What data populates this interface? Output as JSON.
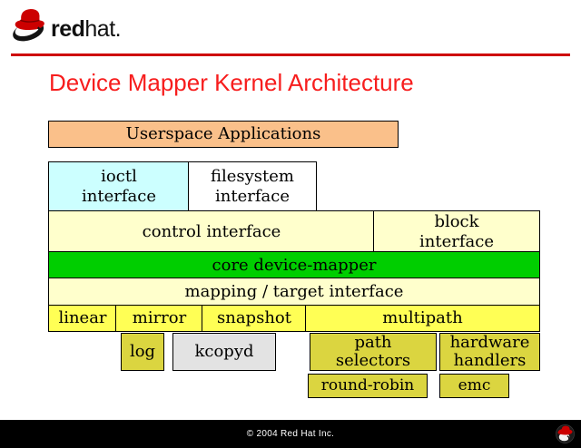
{
  "header": {
    "brand": {
      "bold": "red",
      "light": "hat",
      "period": "."
    }
  },
  "title": {
    "text": "Device Mapper Kernel Architecture"
  },
  "diagram": {
    "boxes": [
      {
        "name": "userspace-applications",
        "label": "Userspace Applications",
        "color": "#FAC08A"
      },
      {
        "name": "ioctl-interface",
        "label": "ioctl\ninterface",
        "color": "#CCFFFF"
      },
      {
        "name": "filesystem-interface",
        "label": "filesystem\ninterface",
        "color": "#FFFFFF"
      },
      {
        "name": "control-interface",
        "label": "control interface",
        "color": "#FFFFCC"
      },
      {
        "name": "block-interface",
        "label": "block\ninterface",
        "color": "#FFFFCC"
      },
      {
        "name": "core-device-mapper",
        "label": "core device-mapper",
        "color": "#00CE00"
      },
      {
        "name": "mapping-target-interface",
        "label": "mapping / target interface",
        "color": "#FFFFCC"
      },
      {
        "name": "linear",
        "label": "linear",
        "color": "#FFFF55"
      },
      {
        "name": "mirror",
        "label": "mirror",
        "color": "#FFFF55"
      },
      {
        "name": "snapshot",
        "label": "snapshot",
        "color": "#FFFF55"
      },
      {
        "name": "multipath",
        "label": "multipath",
        "color": "#FFFF55"
      },
      {
        "name": "log",
        "label": "log",
        "color": "#DBD540"
      },
      {
        "name": "kcopyd",
        "label": "kcopyd",
        "color": "#E3E3E3"
      },
      {
        "name": "path-selectors",
        "label": "path\nselectors",
        "color": "#DBD540"
      },
      {
        "name": "hardware-handlers",
        "label": "hardware\nhandlers",
        "color": "#DBD540"
      },
      {
        "name": "round-robin",
        "label": "round-robin",
        "color": "#DBD540"
      },
      {
        "name": "emc",
        "label": "emc",
        "color": "#DBD540"
      }
    ]
  },
  "footer": {
    "copyright": "© 2004 Red Hat Inc."
  },
  "colors": {
    "header_rule_red": "#CE0000",
    "title_red": "#F71D1D",
    "logo_red": "#CC0000",
    "footer_black": "#000000"
  }
}
